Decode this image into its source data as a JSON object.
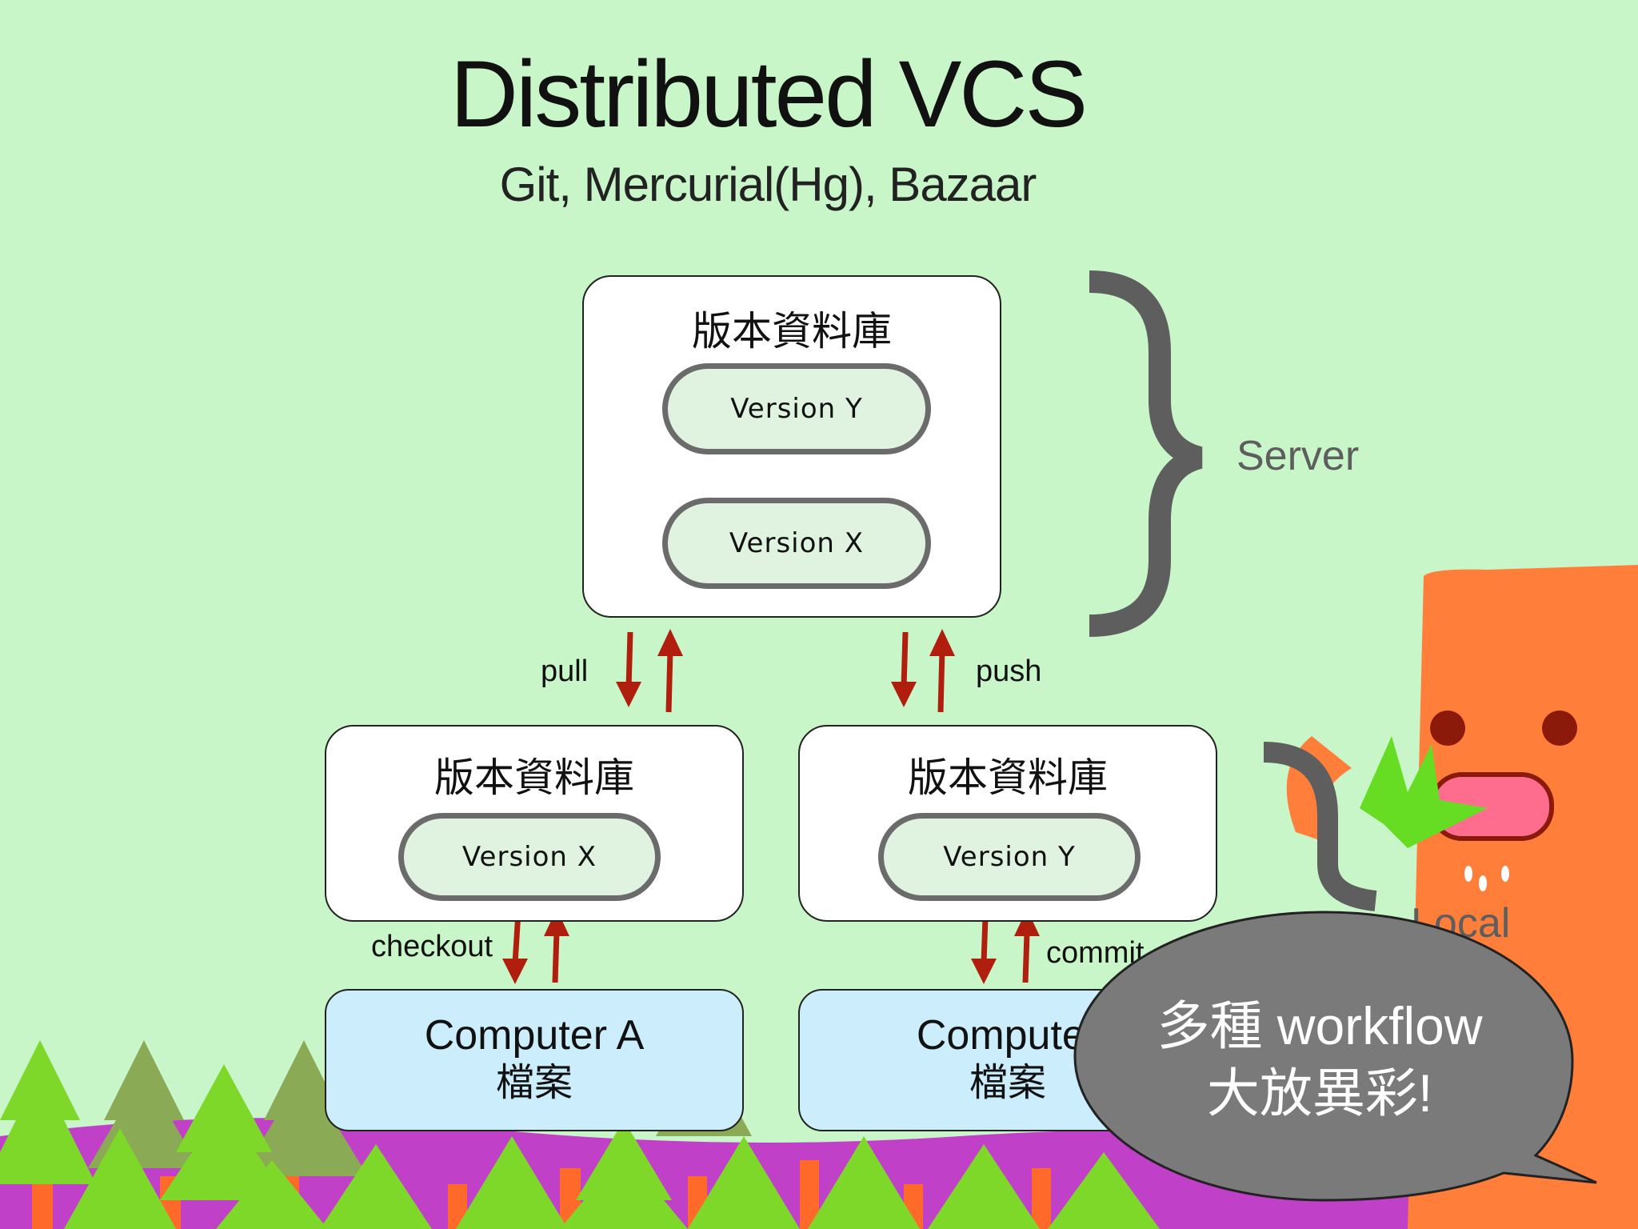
{
  "title": "Distributed VCS",
  "subtitle": "Git, Mercurial(Hg), Bazaar",
  "server_repo": {
    "label": "版本資料庫",
    "versions": [
      "Version Y",
      "Version X"
    ]
  },
  "local_repos": [
    {
      "label": "版本資料庫",
      "version": "Version X"
    },
    {
      "label": "版本資料庫",
      "version": "Version Y"
    }
  ],
  "computers": [
    {
      "title": "Computer A",
      "sub": "檔案"
    },
    {
      "title": "Computer",
      "sub": "檔案"
    }
  ],
  "arrows": {
    "pull": "pull",
    "push": "push",
    "checkout": "checkout",
    "commit": "commit"
  },
  "brace_labels": {
    "server": "Server",
    "local": "Local"
  },
  "bubble": {
    "line1": "多種 workflow",
    "line2": "大放異彩!"
  },
  "colors": {
    "background": "#c9f6c9",
    "arrow": "#b01e0e",
    "pill_fill": "#dff3e0",
    "computer_fill": "#cceefc",
    "bubble": "#7a7a7a",
    "mascot": "#ff7f3a"
  }
}
